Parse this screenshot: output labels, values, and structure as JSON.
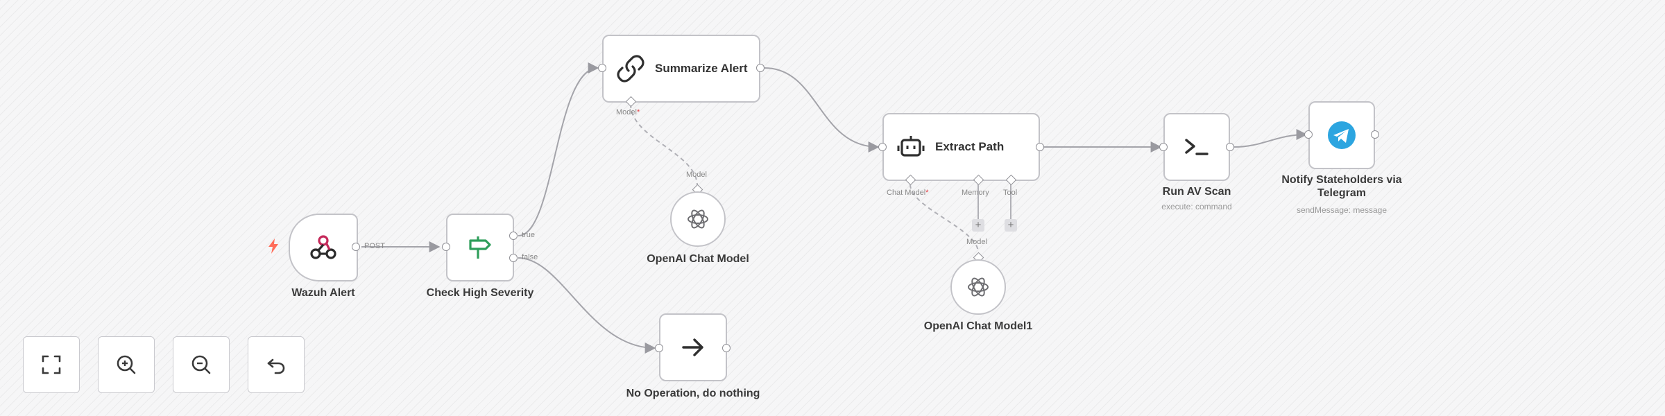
{
  "nodes": {
    "wazuh_alert": {
      "name": "Wazuh Alert",
      "output_label": "POST"
    },
    "check_high_severity": {
      "name": "Check High Severity",
      "true_label": "true",
      "false_label": "false"
    },
    "summarize_alert": {
      "name": "Summarize Alert",
      "model_label": "Model"
    },
    "openai_chat_model": {
      "name": "OpenAI Chat Model",
      "input_label": "Model"
    },
    "no_operation": {
      "name": "No Operation, do nothing"
    },
    "extract_path": {
      "name": "Extract Path",
      "chat_model_label": "Chat Model",
      "memory_label": "Memory",
      "tool_label": "Tool"
    },
    "openai_chat_model1": {
      "name": "OpenAI Chat Model1",
      "input_label": "Model"
    },
    "run_av_scan": {
      "name": "Run AV Scan",
      "subtitle": "execute: command"
    },
    "notify_telegram": {
      "name": "Notify Stateholders via Telegram",
      "subtitle": "sendMessage: message"
    }
  },
  "required_marker": "*",
  "plus_symbol": "+",
  "icons": {
    "wazuh_alert": "webhook-icon",
    "check_high_severity": "signpost-icon",
    "summarize_alert": "chain-link-icon",
    "openai_chat_model": "openai-icon",
    "no_operation": "arrow-right-icon",
    "extract_path": "robot-icon",
    "run_av_scan": "terminal-icon",
    "notify_telegram": "telegram-icon"
  },
  "controls": [
    "fit-view-button",
    "zoom-in-button",
    "zoom-out-button",
    "reset-zoom-button"
  ],
  "colors": {
    "trigger_bolt": "#ff6d5a",
    "webhook_accent": "#c5295a",
    "if_green": "#2e9e5a",
    "telegram_blue": "#2ca5e0",
    "edge": "#a4a4aa",
    "node_border": "#c3c3c8"
  }
}
